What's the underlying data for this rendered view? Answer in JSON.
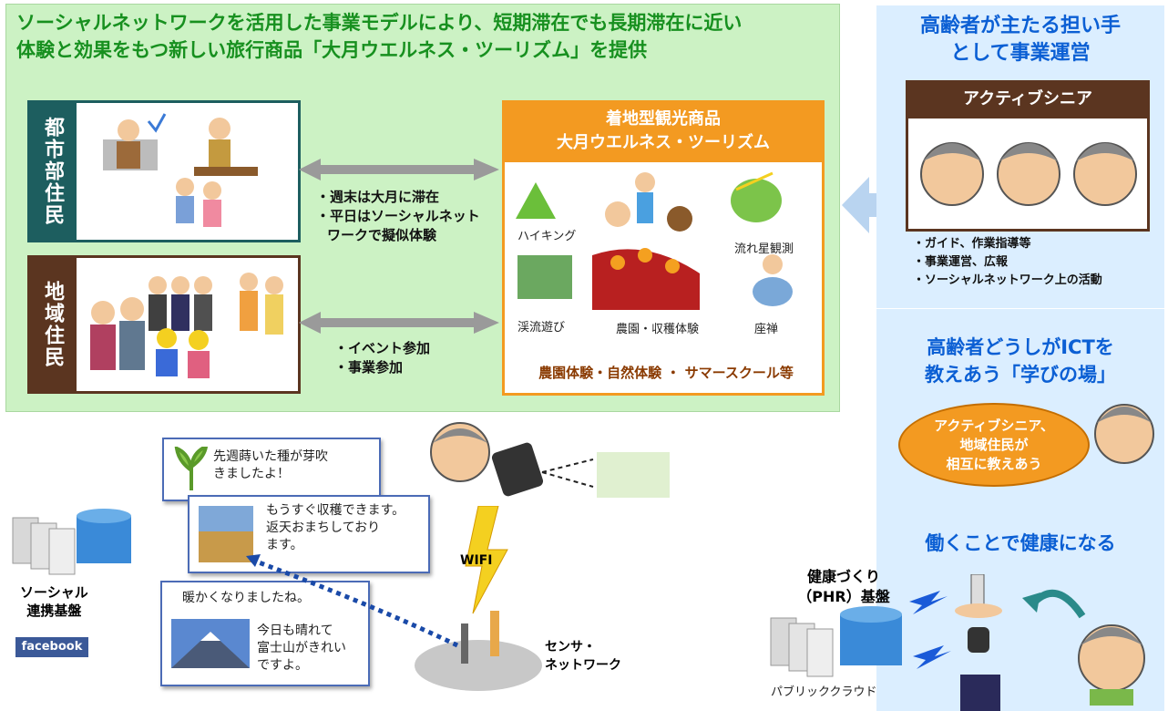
{
  "headline": {
    "line1": "ソーシャルネットワークを活用した事業モデルにより、短期滞在でも長期滞在に近い",
    "line2": "体験と効果をもつ新しい旅行商品「大月ウエルネス・ツーリズム」を提供"
  },
  "urban": {
    "label": "都市部住民"
  },
  "local": {
    "label": "地域住民"
  },
  "links": {
    "urban_note1": "・週末は大月に滞在",
    "urban_note2": "・平日はソーシャルネット",
    "urban_note3": "ワークで擬似体験",
    "local_note1": "・イベント参加",
    "local_note2": "・事業参加"
  },
  "tourism": {
    "title1": "着地型観光商品",
    "title2": "大月ウエルネス・ツーリズム",
    "activities": [
      "ハイキング",
      "流れ星観測",
      "渓流遊び",
      "農園・収穫体験",
      "座禅"
    ],
    "footer": "農園体験・自然体験 ・ サマースクール等"
  },
  "right": {
    "title1": "高齢者が主たる担い手",
    "title2": "として事業運営",
    "card_title": "アクティブシニア",
    "bullets": [
      "・ガイド、作業指導等",
      "・事業運営、広報",
      "・ソーシャルネットワーク上の活動"
    ],
    "ict_title1": "高齢者どうしがICTを",
    "ict_title2": "教えあう「学びの場」",
    "oval1": "アクティブシニア、",
    "oval2": "地域住民が",
    "oval3": "相互に教えあう",
    "health_title": "働くことで健康になる"
  },
  "social": {
    "bubble1a": "先週蒔いた種が芽吹",
    "bubble1b": "きましたよ！",
    "bubble2a": "もうすぐ収穫できます。",
    "bubble2b": "返天おまちしており",
    "bubble2c": "ます。",
    "bubble3a": "暖かくなりましたね。",
    "bubble3b": "今日も晴れて",
    "bubble3c": "富士山がきれい",
    "bubble3d": "ですよ。",
    "platform1": "ソーシャル",
    "platform2": "連携基盤",
    "facebook": "facebook",
    "wifi": "WIFI",
    "sensor1": "センサ・",
    "sensor2": "ネットワーク"
  },
  "phr": {
    "title1": "健康づくり",
    "title2": "（PHR）基盤",
    "cloud": "パブリッククラウド"
  },
  "colors": {
    "green_bg": "#ccf2c4",
    "headline": "#17901f",
    "blue_bg": "#dbeeff",
    "blue_title": "#0b5fd4",
    "orange": "#f39a21",
    "brown": "#5b3520",
    "teal": "#1d5e5f"
  }
}
